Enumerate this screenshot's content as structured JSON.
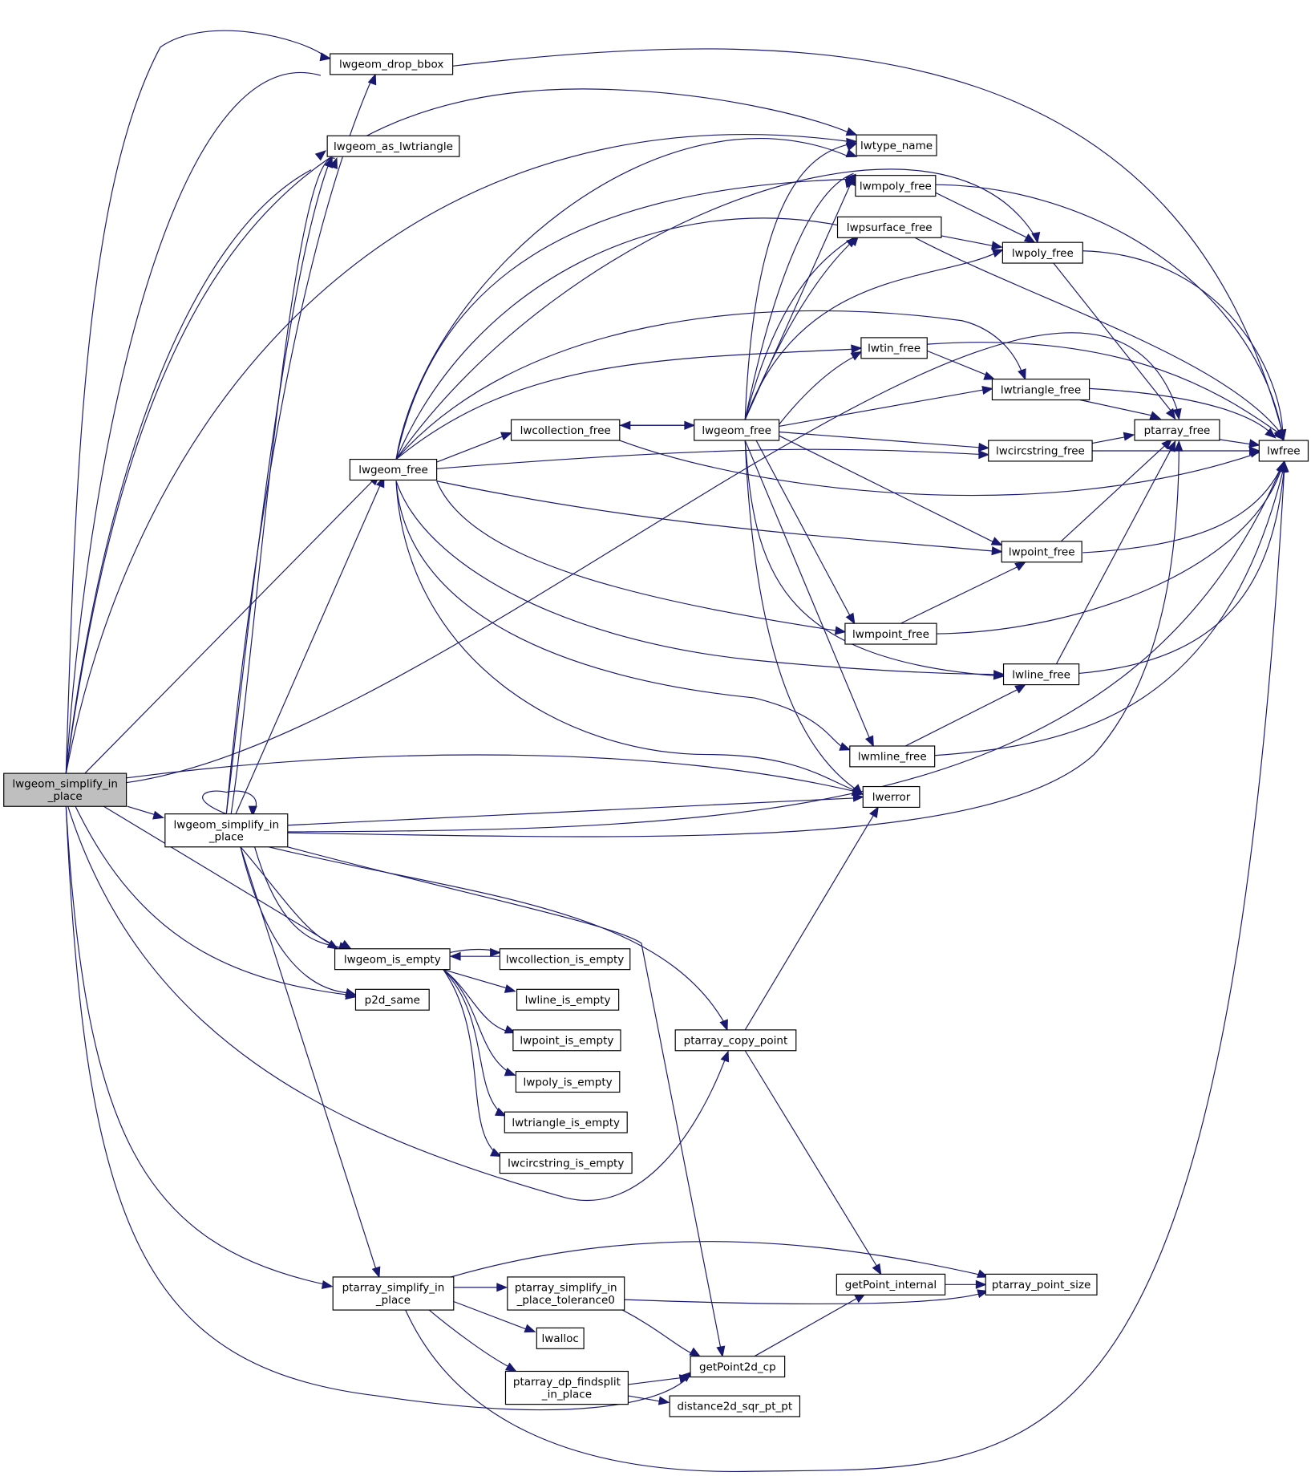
{
  "graph": {
    "kind": "call-graph",
    "edge_color": "#191970",
    "root_fill": "#bfbfbf",
    "node_fill": "#ffffff",
    "nodes": [
      {
        "id": "root",
        "lines": [
          "lwgeom_simplify_in",
          "_place"
        ],
        "root": true
      },
      {
        "id": "simp",
        "lines": [
          "lwgeom_simplify_in",
          "_place"
        ]
      },
      {
        "id": "drop_bbox",
        "lines": [
          "lwgeom_drop_bbox"
        ]
      },
      {
        "id": "as_lwtriangle",
        "lines": [
          "lwgeom_as_lwtriangle"
        ]
      },
      {
        "id": "lwgeom_free_a",
        "lines": [
          "lwgeom_free"
        ]
      },
      {
        "id": "lwcollection_free",
        "lines": [
          "lwcollection_free"
        ]
      },
      {
        "id": "lwgeom_free_b",
        "lines": [
          "lwgeom_free"
        ]
      },
      {
        "id": "lwtype_name",
        "lines": [
          "lwtype_name"
        ]
      },
      {
        "id": "lwmpoly_free",
        "lines": [
          "lwmpoly_free"
        ]
      },
      {
        "id": "lwpsurface_free",
        "lines": [
          "lwpsurface_free"
        ]
      },
      {
        "id": "lwpoly_free",
        "lines": [
          "lwpoly_free"
        ]
      },
      {
        "id": "lwtin_free",
        "lines": [
          "lwtin_free"
        ]
      },
      {
        "id": "lwtriangle_free",
        "lines": [
          "lwtriangle_free"
        ]
      },
      {
        "id": "ptarray_free",
        "lines": [
          "ptarray_free"
        ]
      },
      {
        "id": "lwcircstring_free",
        "lines": [
          "lwcircstring_free"
        ]
      },
      {
        "id": "lwfree",
        "lines": [
          "lwfree"
        ]
      },
      {
        "id": "lwpoint_free",
        "lines": [
          "lwpoint_free"
        ]
      },
      {
        "id": "lwmpoint_free",
        "lines": [
          "lwmpoint_free"
        ]
      },
      {
        "id": "lwline_free",
        "lines": [
          "lwline_free"
        ]
      },
      {
        "id": "lwmline_free",
        "lines": [
          "lwmline_free"
        ]
      },
      {
        "id": "lwerror",
        "lines": [
          "lwerror"
        ]
      },
      {
        "id": "is_empty",
        "lines": [
          "lwgeom_is_empty"
        ]
      },
      {
        "id": "coll_is_empty",
        "lines": [
          "lwcollection_is_empty"
        ]
      },
      {
        "id": "line_is_empty",
        "lines": [
          "lwline_is_empty"
        ]
      },
      {
        "id": "point_is_empty",
        "lines": [
          "lwpoint_is_empty"
        ]
      },
      {
        "id": "poly_is_empty",
        "lines": [
          "lwpoly_is_empty"
        ]
      },
      {
        "id": "tri_is_empty",
        "lines": [
          "lwtriangle_is_empty"
        ]
      },
      {
        "id": "circ_is_empty",
        "lines": [
          "lwcircstring_is_empty"
        ]
      },
      {
        "id": "p2d_same",
        "lines": [
          "p2d_same"
        ]
      },
      {
        "id": "copy_point",
        "lines": [
          "ptarray_copy_point"
        ]
      },
      {
        "id": "pa_simp",
        "lines": [
          "ptarray_simplify_in",
          "_place"
        ]
      },
      {
        "id": "pa_simp_tol0",
        "lines": [
          "ptarray_simplify_in",
          "_place_tolerance0"
        ]
      },
      {
        "id": "lwalloc",
        "lines": [
          "lwalloc"
        ]
      },
      {
        "id": "findsplit",
        "lines": [
          "ptarray_dp_findsplit",
          "_in_place"
        ]
      },
      {
        "id": "getPoint2d_cp",
        "lines": [
          "getPoint2d_cp"
        ]
      },
      {
        "id": "distance2d",
        "lines": [
          "distance2d_sqr_pt_pt"
        ]
      },
      {
        "id": "getPoint_internal",
        "lines": [
          "getPoint_internal"
        ]
      },
      {
        "id": "point_size",
        "lines": [
          "ptarray_point_size"
        ]
      }
    ]
  }
}
